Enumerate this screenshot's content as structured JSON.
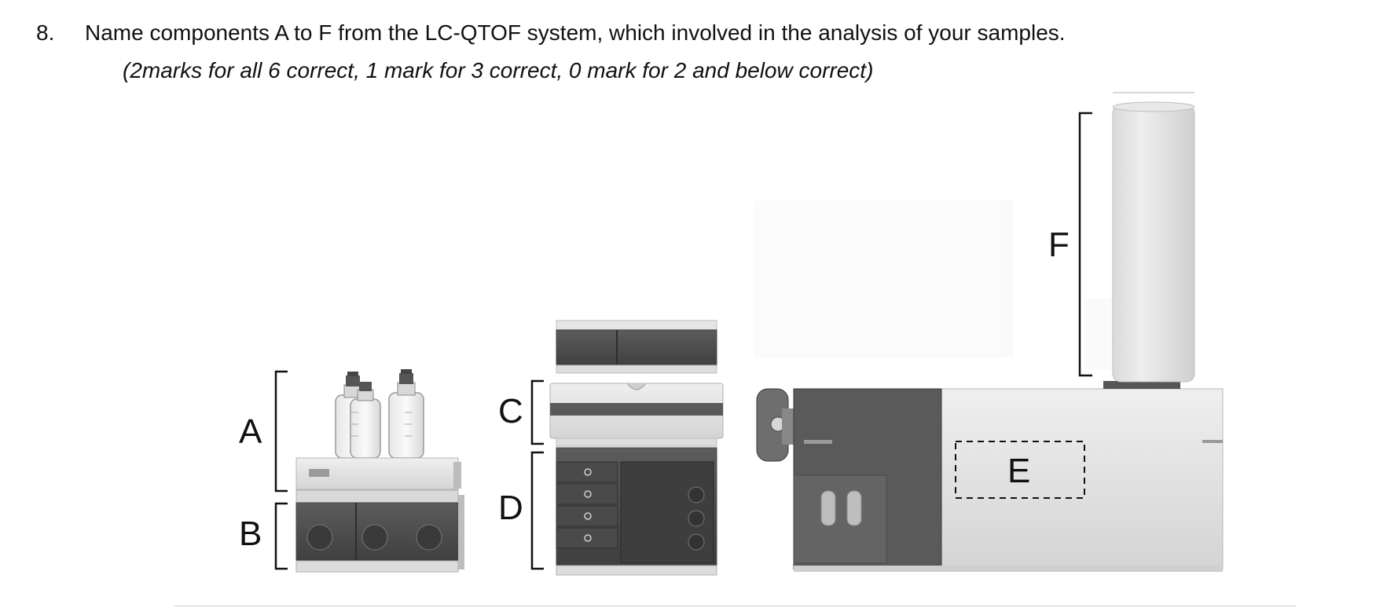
{
  "question": {
    "number": "8.",
    "text": "Name components A to F from the LC-QTOF system, which involved in the analysis of your samples.",
    "marks_note": "(2marks for all 6 correct, 1 mark for 3 correct, 0 mark for 2 and below correct)"
  },
  "figure": {
    "labels": {
      "a": "A",
      "b": "B",
      "c": "C",
      "d": "D",
      "e": "E",
      "f": "F"
    }
  }
}
